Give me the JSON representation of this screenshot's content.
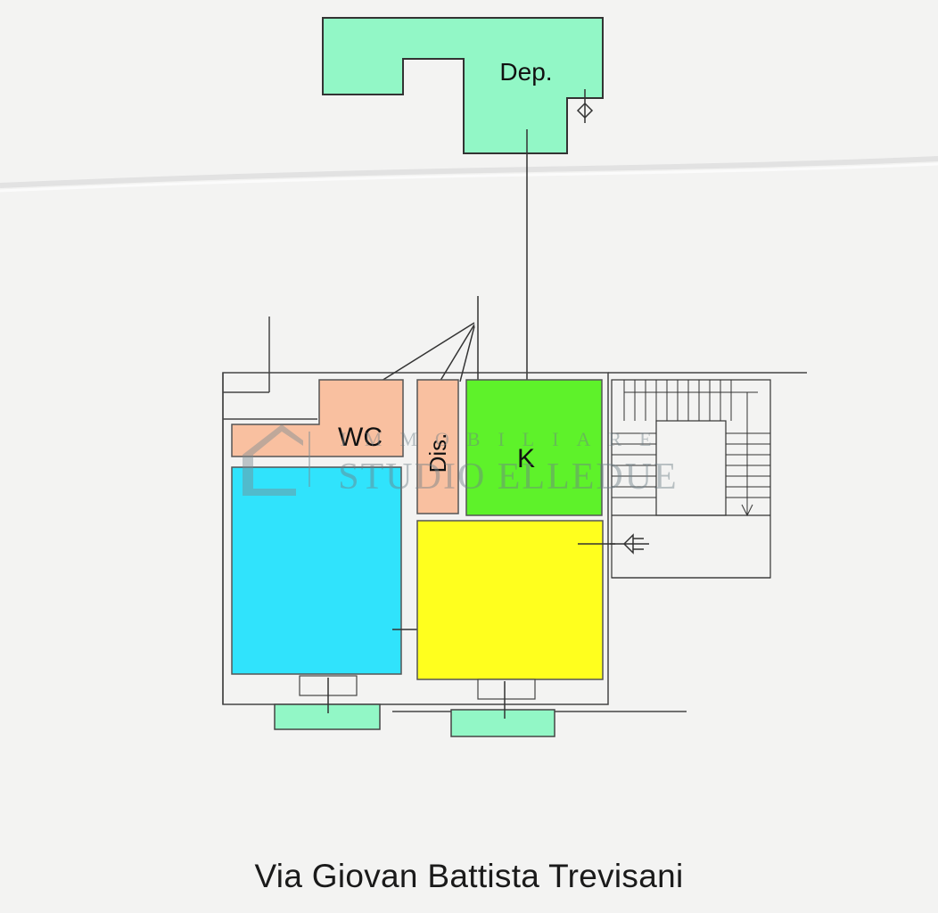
{
  "rooms": {
    "deposit": {
      "label": "Dep.",
      "color": "#92f7c6"
    },
    "wc": {
      "label": "WC",
      "color": "#f9c0a0"
    },
    "corridor": {
      "label": "Dis.",
      "color": "#f9c0a0"
    },
    "kitchen": {
      "label": "K",
      "color": "#5ef22a"
    },
    "room_blue": {
      "color": "#30e3fc"
    },
    "room_yellow": {
      "color": "#ffff1e"
    },
    "balcony_left": {
      "color": "#92f7c6"
    },
    "balcony_right": {
      "color": "#92f7c6"
    }
  },
  "watermark": {
    "line1": "IMMOBILIARE",
    "line2": "STUDIO ELLEDUE"
  },
  "street": "Via Giovan Battista Trevisani"
}
